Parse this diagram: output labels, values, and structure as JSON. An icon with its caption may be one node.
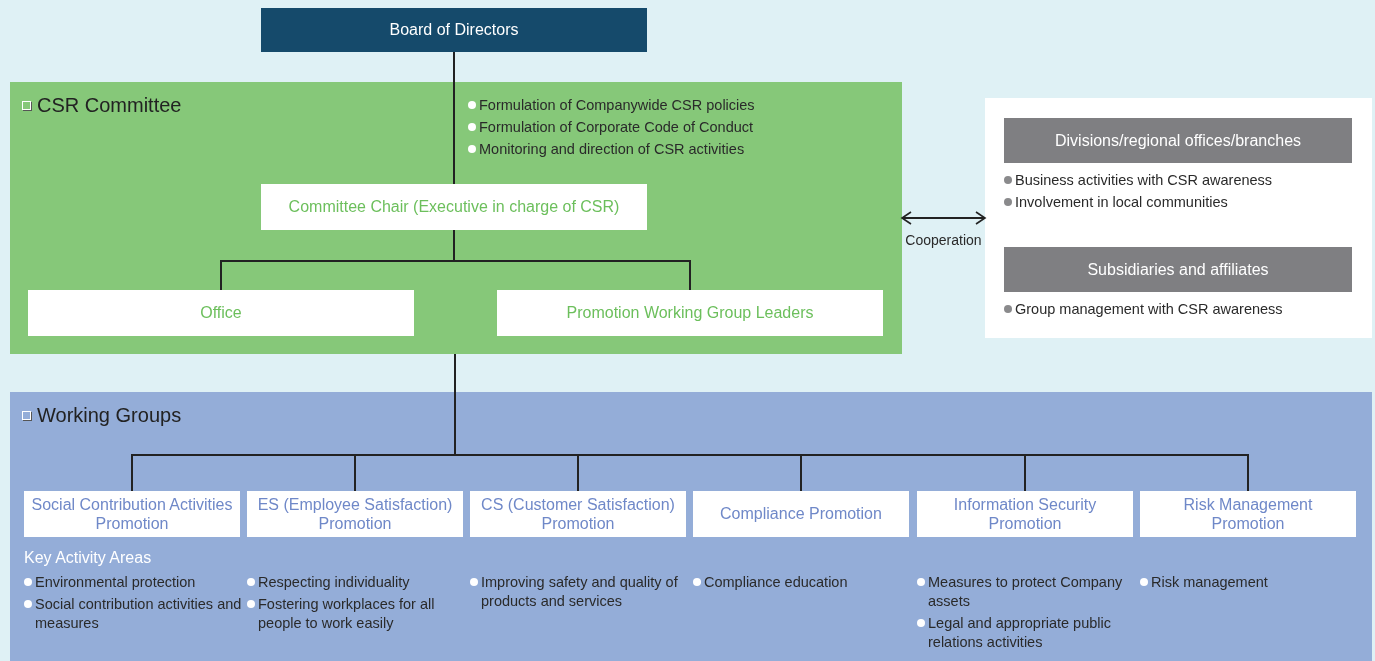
{
  "diagram": {
    "nodes": [
      {
        "text": [
          "Board of Directors"
        ]
      },
      {
        "text": [
          "CSR Committee",
          "Formulation of Companywide CSR policies",
          "Formulation of Corporate Code of Conduct",
          "Monitoring and direction of CSR activities"
        ]
      },
      {
        "text": [
          "Committee Chair (Executive in charge of CSR)"
        ],
        "in": 1
      },
      {
        "text": [
          "Office"
        ],
        "in": 1
      },
      {
        "text": [
          "Promotion Working Group Leaders"
        ],
        "in": 1
      },
      {
        "text": [],
        "shape": "box"
      },
      {
        "text": [
          "Divisions/regional offices/branches"
        ],
        "in": 5,
        "beside": [
          "Business activities with CSR awareness",
          "Involvement in local communities"
        ]
      },
      {
        "text": [
          "Subsidiaries and affiliates"
        ],
        "in": 5,
        "beside": [
          "Group management with CSR awareness"
        ]
      },
      {
        "text": [
          "Working Groups"
        ]
      },
      {
        "text": [
          "Social Contribution Activities Promotion"
        ],
        "in": 8,
        "beside": [
          "Environmental protection",
          "Social contribution activities and measures"
        ]
      },
      {
        "text": [
          "ES (Employee Satisfaction) Promotion"
        ],
        "in": 8,
        "beside": [
          "Respecting individuality",
          "Fostering workplaces for all people to work easily"
        ]
      },
      {
        "text": [
          "CS (Customer Satisfaction) Promotion"
        ],
        "in": 8,
        "beside": [
          "Improving safety and quality of products and services"
        ]
      },
      {
        "text": [
          "Compliance Promotion"
        ],
        "in": 8,
        "beside": [
          "Compliance education"
        ]
      },
      {
        "text": [
          "Information Security Promotion"
        ],
        "in": 8,
        "beside": [
          "Measures to protect Company assets",
          "Legal and appropriate public relations activities"
        ]
      },
      {
        "text": [
          "Risk Management Promotion"
        ],
        "in": 8,
        "beside": [
          "Risk management"
        ]
      }
    ],
    "edges": [
      {
        "from": 0,
        "to": 2,
        "arrow": "none"
      },
      {
        "from": 2,
        "to": 3,
        "arrow": "none"
      },
      {
        "from": 2,
        "to": 4,
        "arrow": "none"
      },
      {
        "from": 1,
        "to": 5,
        "arrow": "both",
        "label": "Cooperation"
      },
      {
        "from": 1,
        "to": 9,
        "arrow": "none"
      },
      {
        "from": 1,
        "to": 10,
        "arrow": "none"
      },
      {
        "from": 1,
        "to": 11,
        "arrow": "none"
      },
      {
        "from": 1,
        "to": 12,
        "arrow": "none"
      },
      {
        "from": 1,
        "to": 13,
        "arrow": "none"
      },
      {
        "from": 1,
        "to": 14,
        "arrow": "none"
      }
    ],
    "labels": [
      "Key Activity Areas"
    ]
  }
}
